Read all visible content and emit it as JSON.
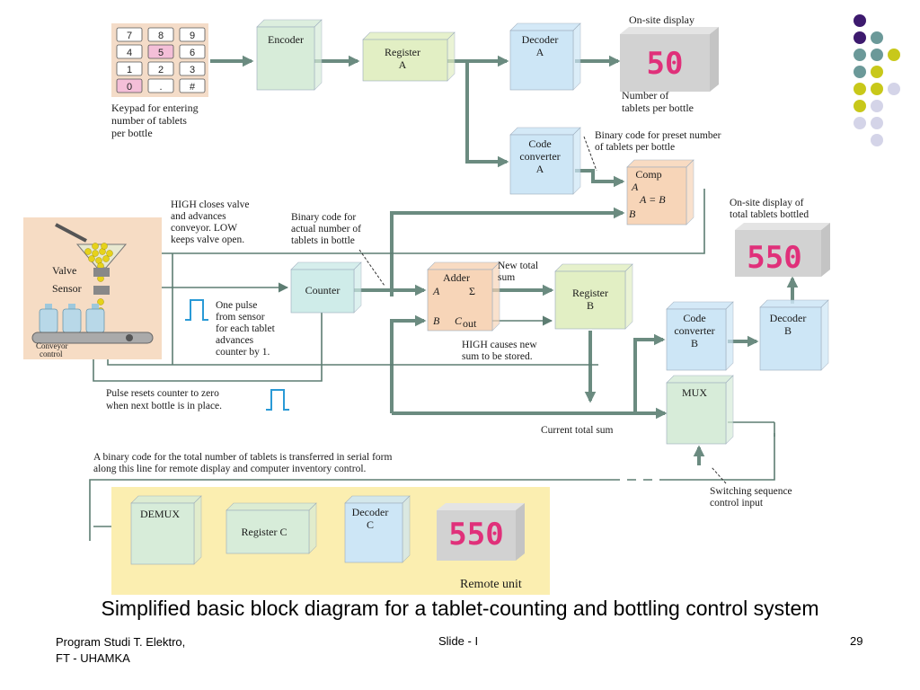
{
  "slide": {
    "caption": "Simplified basic block diagram for a tablet-counting and bottling control system",
    "footer_left_line1": "Program Studi T. Elektro,",
    "footer_left_line2": "FT - UHAMKA",
    "footer_center": "Slide - I",
    "page_number": "29"
  },
  "blocks": {
    "encoder": "Encoder",
    "register_a": [
      "Register",
      "A"
    ],
    "decoder_a": [
      "Decoder",
      "A"
    ],
    "code_converter_a": [
      "Code",
      "converter",
      "A"
    ],
    "comp": "Comp",
    "comp_a": "A",
    "comp_eq": "A = B",
    "comp_b": "B",
    "counter": "Counter",
    "adder": "Adder",
    "adder_a": "A",
    "adder_sigma": "Σ",
    "adder_b": "B",
    "adder_cout": "C",
    "adder_cout_sub": "out",
    "register_b": [
      "Register",
      "B"
    ],
    "code_converter_b": [
      "Code",
      "converter",
      "B"
    ],
    "decoder_b": [
      "Decoder",
      "B"
    ],
    "mux": "MUX",
    "demux": "DEMUX",
    "register_c": "Register C",
    "decoder_c": [
      "Decoder",
      "C"
    ]
  },
  "displays": {
    "onsite": "50",
    "total": "550",
    "remote": "550"
  },
  "keypad": {
    "keys": [
      "7",
      "8",
      "9",
      "4",
      "5",
      "6",
      "1",
      "2",
      "3",
      "0",
      ".",
      "#"
    ]
  },
  "labels": {
    "keypad_note": [
      "Keypad for entering",
      "number of tablets",
      "per bottle"
    ],
    "onsite_display_title": "On-site display",
    "onsite_display_note": [
      "Number of",
      "tablets per bottle"
    ],
    "preset_code_note": [
      "Binary code for preset number",
      "of tablets per bottle"
    ],
    "high_closes_note": [
      "HIGH closes valve",
      "and advances",
      "conveyor. LOW",
      "keeps valve open."
    ],
    "actual_code_note": [
      "Binary code for",
      "actual number of",
      "tablets in bottle"
    ],
    "total_display_title": [
      "On-site display of",
      "total tablets bottled"
    ],
    "valve": "Valve",
    "sensor": "Sensor",
    "conveyor": [
      "Conveyor",
      "control"
    ],
    "pulse_note": [
      "One pulse",
      "from sensor",
      "for each tablet",
      "advances",
      "counter by 1."
    ],
    "new_total_note": [
      "New total",
      "sum"
    ],
    "high_causes_note": [
      "HIGH causes new",
      "sum to be stored."
    ],
    "pulse_reset_note": [
      "Pulse resets counter to zero",
      "when next bottle is in place."
    ],
    "current_total": "Current total sum",
    "serial_note": [
      "A binary code for the total number of tablets is transferred in serial form",
      "along this line for remote display and computer inventory control."
    ],
    "switching_note": [
      "Switching sequence",
      "control input"
    ],
    "remote_unit": "Remote unit"
  },
  "legend_dot_colors": [
    "#3d1a6e",
    "#6b9999",
    "#c8c81a",
    "#d4d4e8"
  ]
}
